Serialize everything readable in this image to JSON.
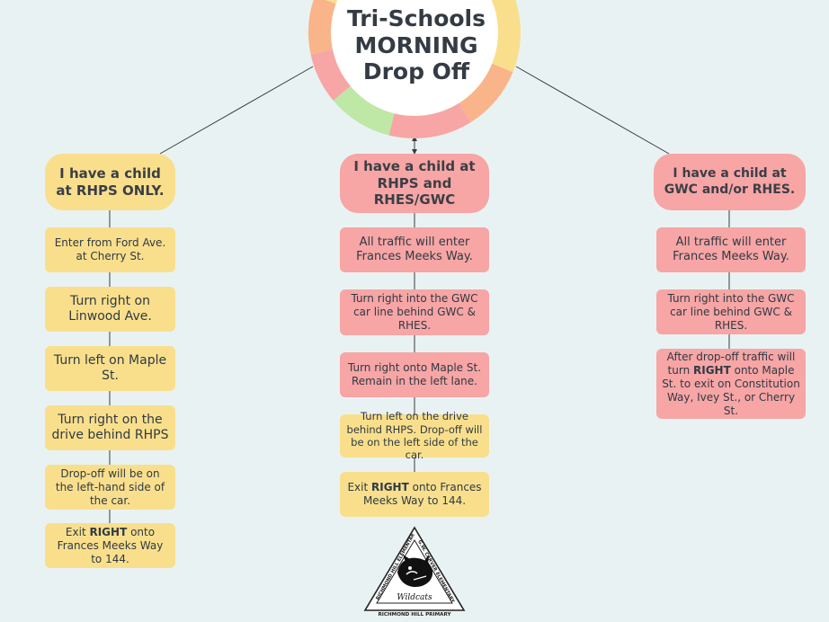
{
  "title": {
    "line1": "Tri-Schools",
    "line2": "MORNING",
    "line3": "Drop Off"
  },
  "ring_colors": [
    "#f9df8c",
    "#f9b48a",
    "#f7a5a5",
    "#bfe8a6",
    "#f7a5a5",
    "#f9b48a",
    "#f9df8c"
  ],
  "columns": {
    "left": {
      "header": "I have a child at RHPS ONLY.",
      "steps": [
        {
          "pre": "Enter from Ford Ave. at Cherry St."
        },
        {
          "pre": "Turn right on Linwood Ave."
        },
        {
          "pre": "Turn left on Maple St."
        },
        {
          "pre": "Turn right on the drive behind RHPS"
        },
        {
          "pre": "Drop-off will be on the left-hand side of the car."
        },
        {
          "pre": "Exit ",
          "bold": "RIGHT",
          "post": " onto Frances Meeks Way to 144."
        }
      ]
    },
    "middle": {
      "header": "I have a child at RHPS and RHES/GWC",
      "steps": [
        {
          "pre": "All traffic will enter Frances Meeks Way."
        },
        {
          "pre": "Turn right into the GWC car line behind GWC & RHES."
        },
        {
          "pre": "Turn right onto Maple St. Remain in the left lane."
        },
        {
          "pre": "Turn left on the drive behind RHPS. Drop-off will be on the left side of the car."
        },
        {
          "pre": "Exit ",
          "bold": "RIGHT",
          "post": " onto Frances Meeks Way to 144."
        }
      ]
    },
    "right": {
      "header": "I have a child at GWC and/or RHES.",
      "steps": [
        {
          "pre": "All traffic will enter Frances Meeks Way."
        },
        {
          "pre": "Turn right into the GWC car line behind GWC & RHES."
        },
        {
          "pre": "After drop-off traffic will turn ",
          "bold": "RIGHT",
          "post": " onto Maple St. to exit on Constitution Way, Ivey St., or Cherry St."
        }
      ]
    }
  },
  "logo": {
    "left_text": "RICHMOND HILL ELEMENTARY",
    "right_text": "G.W. CARVER ELEMENTARY",
    "bottom_text": "RICHMOND HILL PRIMARY",
    "script_text": "Wildcats"
  }
}
